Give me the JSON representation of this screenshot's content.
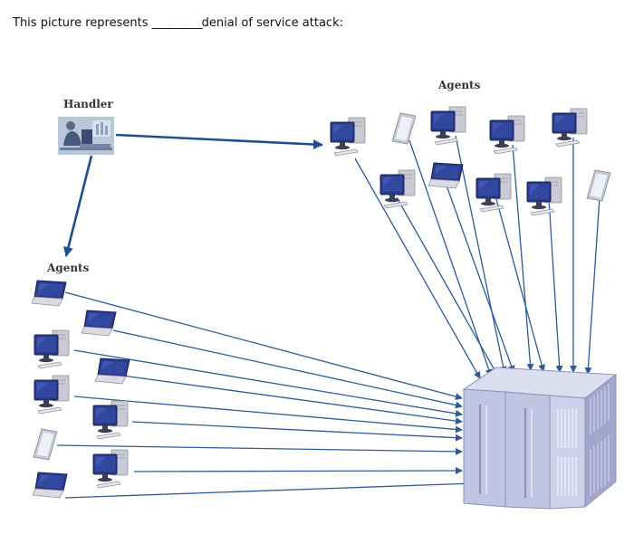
{
  "question": {
    "before": "This picture represents ",
    "blank": "__________",
    "after": "denial of service attack:"
  },
  "diagram": {
    "handler_label": "Handler",
    "agents_label_top": "Agents",
    "agents_label_left": "Agents"
  },
  "colors": {
    "arrow_heavy": "#1f4e8c",
    "arrow_thin": "#2f5a94",
    "monitor_screen": "#23357c",
    "device_gray": "#c9cad3",
    "server_body": "#c7c9e4",
    "server_dark": "#9ea1c8"
  }
}
